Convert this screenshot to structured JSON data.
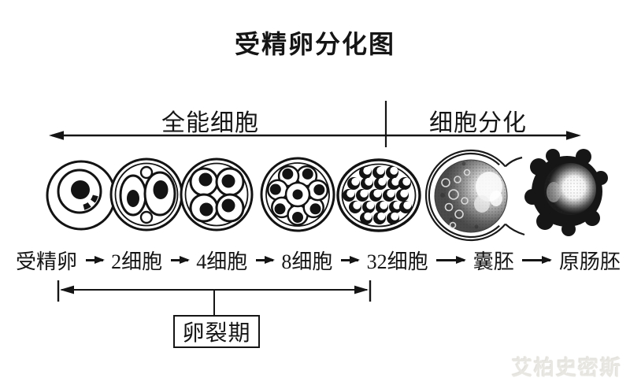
{
  "title": "受精卵分化图",
  "axis": {
    "left_label": "全能细胞",
    "right_label": "细胞分化"
  },
  "stages": [
    {
      "label": "受精卵"
    },
    {
      "label": "2细胞"
    },
    {
      "label": "4细胞"
    },
    {
      "label": "8细胞"
    },
    {
      "label": "32细胞"
    },
    {
      "label": "囊胚"
    },
    {
      "label": "原肠胚"
    }
  ],
  "cleavage_label": "卵裂期",
  "watermark": "艾柏史密斯",
  "icons": {
    "flow_arrow_short": "→",
    "flow_arrow_long": "⟶"
  },
  "colors": {
    "ink": "#151515",
    "watermark": "#e9e7e2"
  }
}
